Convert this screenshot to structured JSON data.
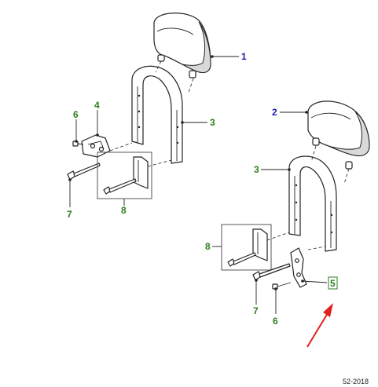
{
  "callouts": {
    "c1": "1",
    "c2": "2",
    "c3a": "3",
    "c3b": "3",
    "c4": "4",
    "c5": "5",
    "c6a": "6",
    "c6b": "6",
    "c7a": "7",
    "c7b": "7",
    "c8a": "8",
    "c8b": "8"
  },
  "footer": {
    "code": "52-2018"
  },
  "colors": {
    "callout_blue": "#1a1aa8",
    "callout_green": "#2e7d1e",
    "highlight_arrow": "#e32020"
  }
}
